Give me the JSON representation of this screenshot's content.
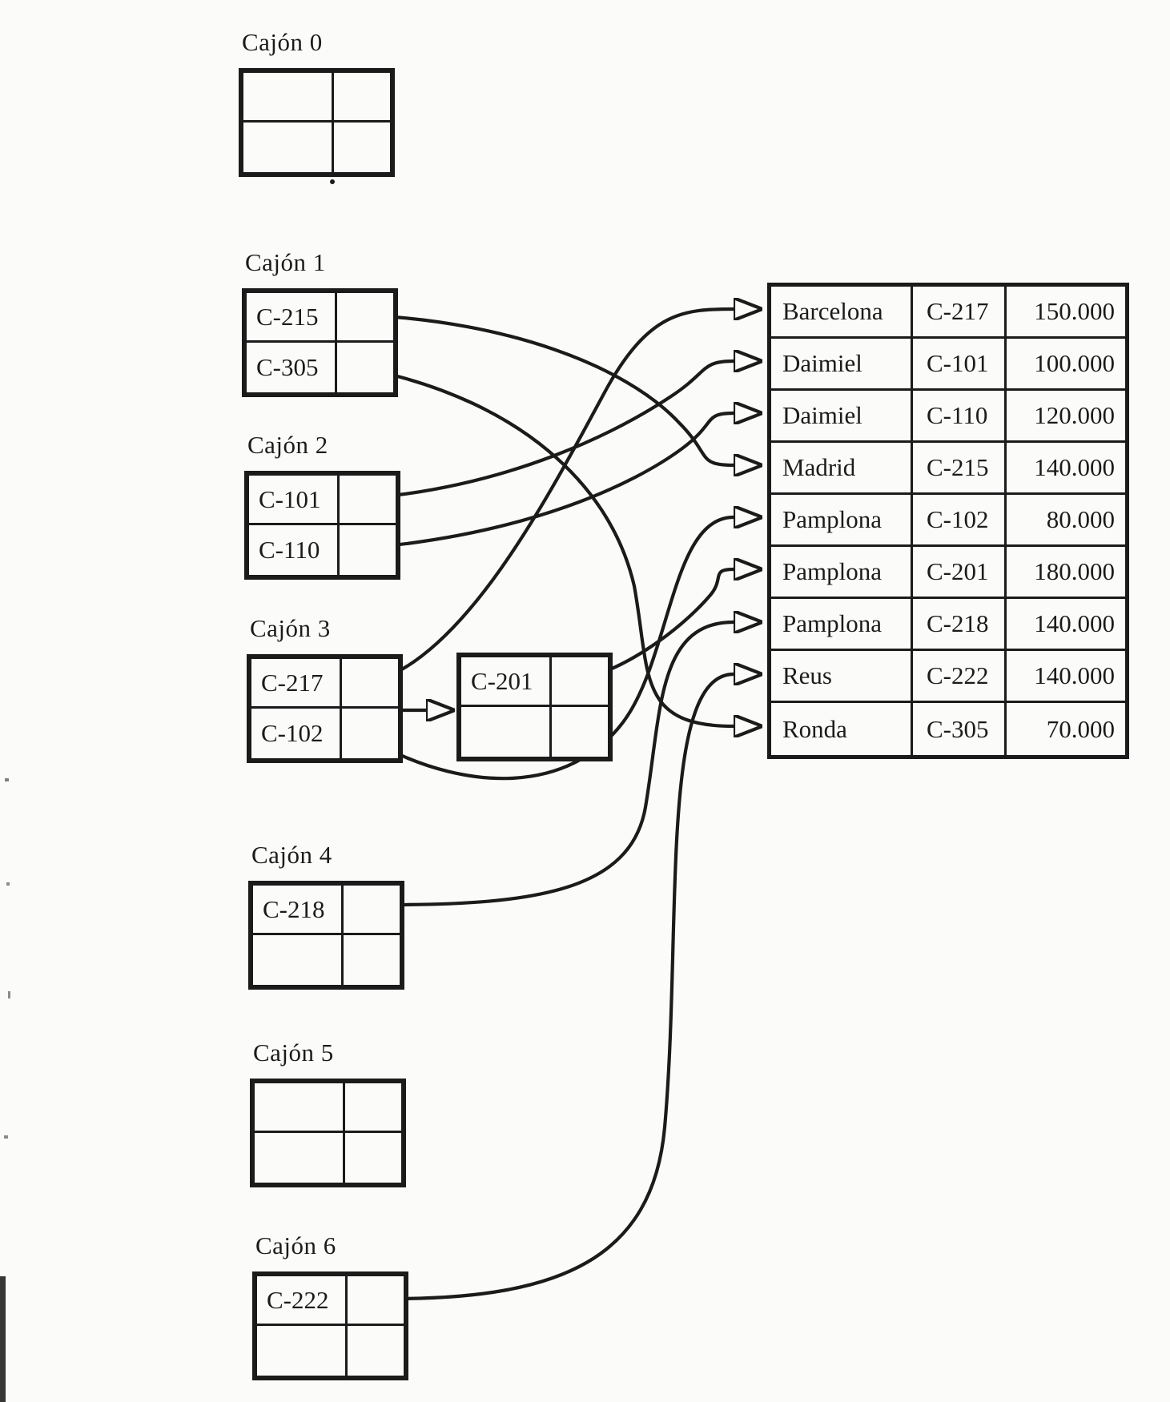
{
  "colors": {
    "ink": "#1b1b1b",
    "paper": "#fbfbf9"
  },
  "buckets": [
    {
      "label": "Cajón 0",
      "slots": [
        "",
        ""
      ]
    },
    {
      "label": "Cajón 1",
      "slots": [
        "C-215",
        "C-305"
      ]
    },
    {
      "label": "Cajón 2",
      "slots": [
        "C-101",
        "C-110"
      ]
    },
    {
      "label": "Cajón 3",
      "slots": [
        "C-217",
        "C-102"
      ]
    },
    {
      "label": "Cajón 4",
      "slots": [
        "C-218",
        ""
      ]
    },
    {
      "label": "Cajón 5",
      "slots": [
        "",
        ""
      ]
    },
    {
      "label": "Cajón 6",
      "slots": [
        "C-222",
        ""
      ]
    }
  ],
  "overflow_bucket": {
    "chained_from": "Cajón 3",
    "slots": [
      "C-201",
      ""
    ]
  },
  "table": {
    "rows": [
      [
        "Barcelona",
        "C-217",
        "150.000"
      ],
      [
        "Daimiel",
        "C-101",
        "100.000"
      ],
      [
        "Daimiel",
        "C-110",
        "120.000"
      ],
      [
        "Madrid",
        "C-215",
        "140.000"
      ],
      [
        "Pamplona",
        "C-102",
        "80.000"
      ],
      [
        "Pamplona",
        "C-201",
        "180.000"
      ],
      [
        "Pamplona",
        "C-218",
        "140.000"
      ],
      [
        "Reus",
        "C-222",
        "140.000"
      ],
      [
        "Ronda",
        "C-305",
        "70.000"
      ]
    ]
  },
  "links": [
    {
      "from": "C-215",
      "to": "Madrid C-215"
    },
    {
      "from": "C-305",
      "to": "Ronda C-305"
    },
    {
      "from": "C-101",
      "to": "Daimiel C-101"
    },
    {
      "from": "C-110",
      "to": "Daimiel C-110"
    },
    {
      "from": "C-217",
      "to": "Barcelona C-217"
    },
    {
      "from": "C-102",
      "to": "Pamplona C-102"
    },
    {
      "from": "C-201",
      "to": "Pamplona C-201"
    },
    {
      "from": "C-218",
      "to": "Pamplona C-218"
    },
    {
      "from": "C-222",
      "to": "Reus C-222"
    },
    {
      "from": "Cajón 3",
      "to": "overflow bucket C-201"
    }
  ]
}
